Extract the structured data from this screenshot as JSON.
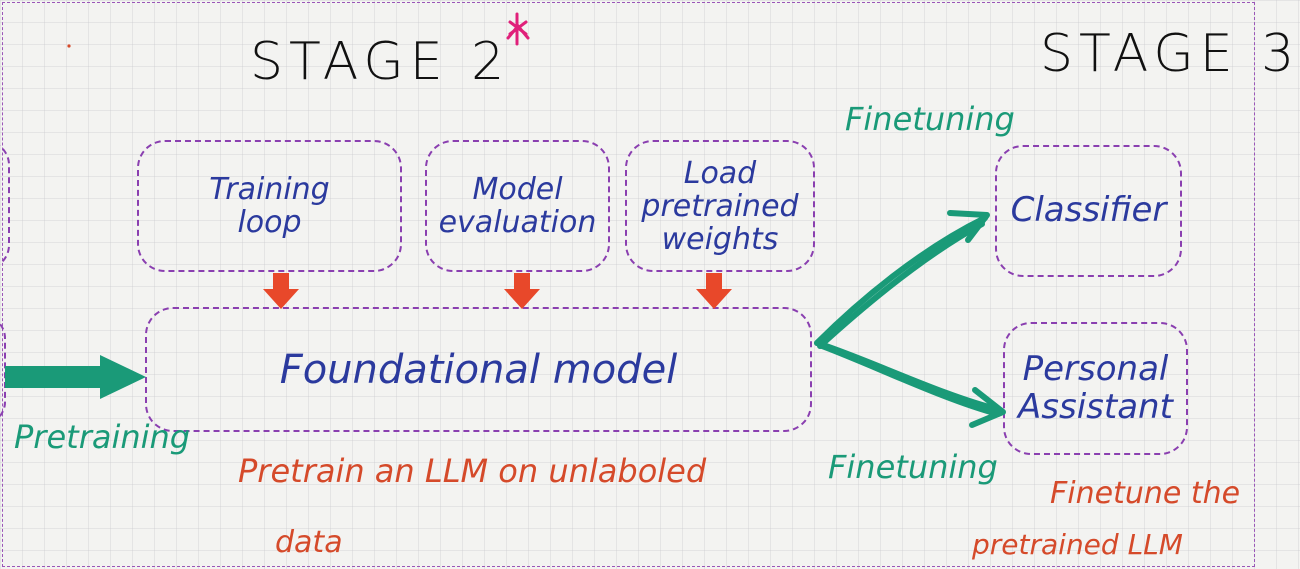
{
  "stages": {
    "stage2": "STAGE 2",
    "stage3": "STAGE 3"
  },
  "boxes": {
    "training_loop": [
      "Training",
      "loop"
    ],
    "model_evaluation": [
      "Model",
      "evaluation"
    ],
    "load_weights": [
      "Load",
      "pretrained",
      "weights"
    ],
    "foundational_model": "Foundational model",
    "classifier": "Classifier",
    "personal_assistant": [
      "Personal",
      "Assistant"
    ]
  },
  "labels": {
    "pretraining": "Pretraining",
    "finetuning_top": "Finetuning",
    "finetuning_bottom": "Finetuning",
    "pretrain_note": [
      "Pretrain an LLM on unlaboled",
      "data"
    ],
    "finetune_note": [
      "Finetune the",
      "pretrained LLM"
    ]
  },
  "colors": {
    "box_border": "#8a3fb0",
    "text_blue": "#2b3a9e",
    "arrow_green": "#1a9a78",
    "arrow_red": "#e8482a",
    "note_red": "#d54a2a"
  },
  "icons": {
    "annotation_mark": "pink-star-scribble"
  }
}
